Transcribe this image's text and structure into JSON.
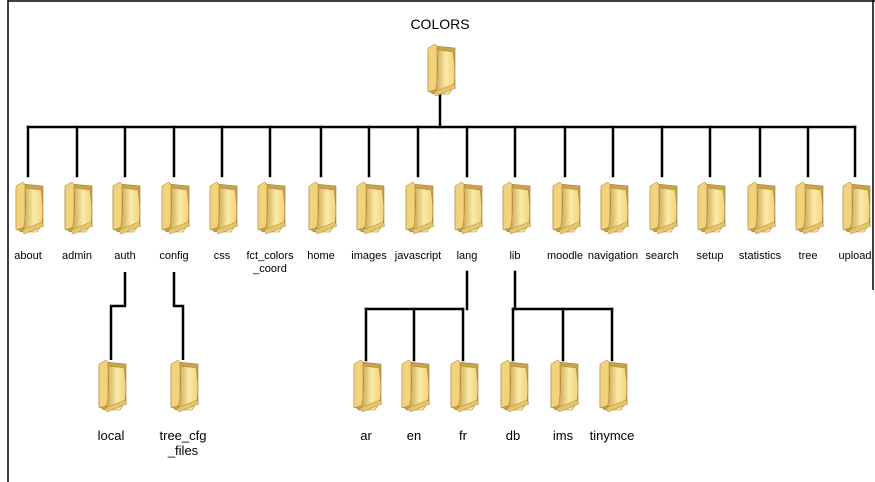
{
  "root": {
    "label": "COLORS",
    "icon": "folder-icon"
  },
  "colors": {
    "border": "#000000",
    "connector": "#000000",
    "folder_light": "#fbeaa8",
    "folder_mid": "#f2d27a",
    "folder_dark": "#c9a24a"
  },
  "level1": [
    {
      "label": "about"
    },
    {
      "label": "admin"
    },
    {
      "label": "auth"
    },
    {
      "label": "config"
    },
    {
      "label": "css"
    },
    {
      "label": "fct_colors\n_coord"
    },
    {
      "label": "home"
    },
    {
      "label": "images"
    },
    {
      "label": "javascript"
    },
    {
      "label": "lang"
    },
    {
      "label": "lib"
    },
    {
      "label": "moodle"
    },
    {
      "label": "navigation"
    },
    {
      "label": "search"
    },
    {
      "label": "setup"
    },
    {
      "label": "statistics"
    },
    {
      "label": "tree"
    },
    {
      "label": "upload"
    }
  ],
  "level2": [
    {
      "label": "local",
      "parent": "auth"
    },
    {
      "label": "tree_cfg\n_files",
      "parent": "config"
    },
    {
      "label": "ar",
      "parent": "lang"
    },
    {
      "label": "en",
      "parent": "lang"
    },
    {
      "label": "fr",
      "parent": "lang"
    },
    {
      "label": "db",
      "parent": "lib"
    },
    {
      "label": "ims",
      "parent": "lib"
    },
    {
      "label": "tinymce",
      "parent": "lib"
    }
  ]
}
